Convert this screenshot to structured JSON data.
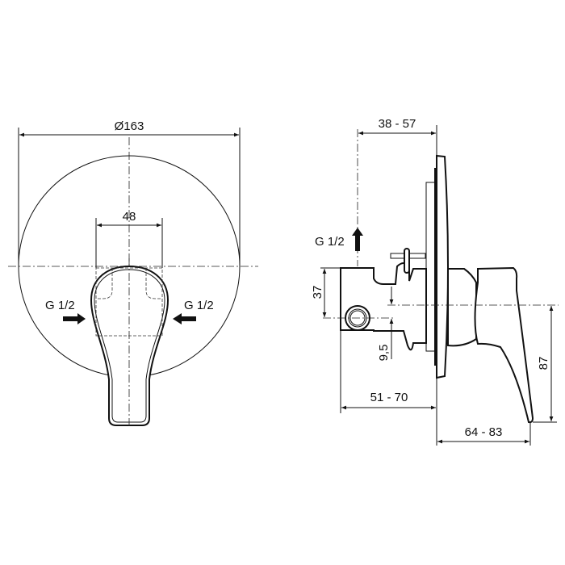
{
  "front_view": {
    "diameter_label": "Ø163",
    "width_label": "48",
    "inlet_left_label": "G 1/2",
    "inlet_right_label": "G 1/2"
  },
  "side_view": {
    "depth_top_label": "38 - 57",
    "outlet_label": "G 1/2",
    "height_37_label": "37",
    "offset_label": "9,5",
    "depth_body_label": "51 - 70",
    "projection_label": "64 - 83",
    "lever_height_label": "87"
  }
}
